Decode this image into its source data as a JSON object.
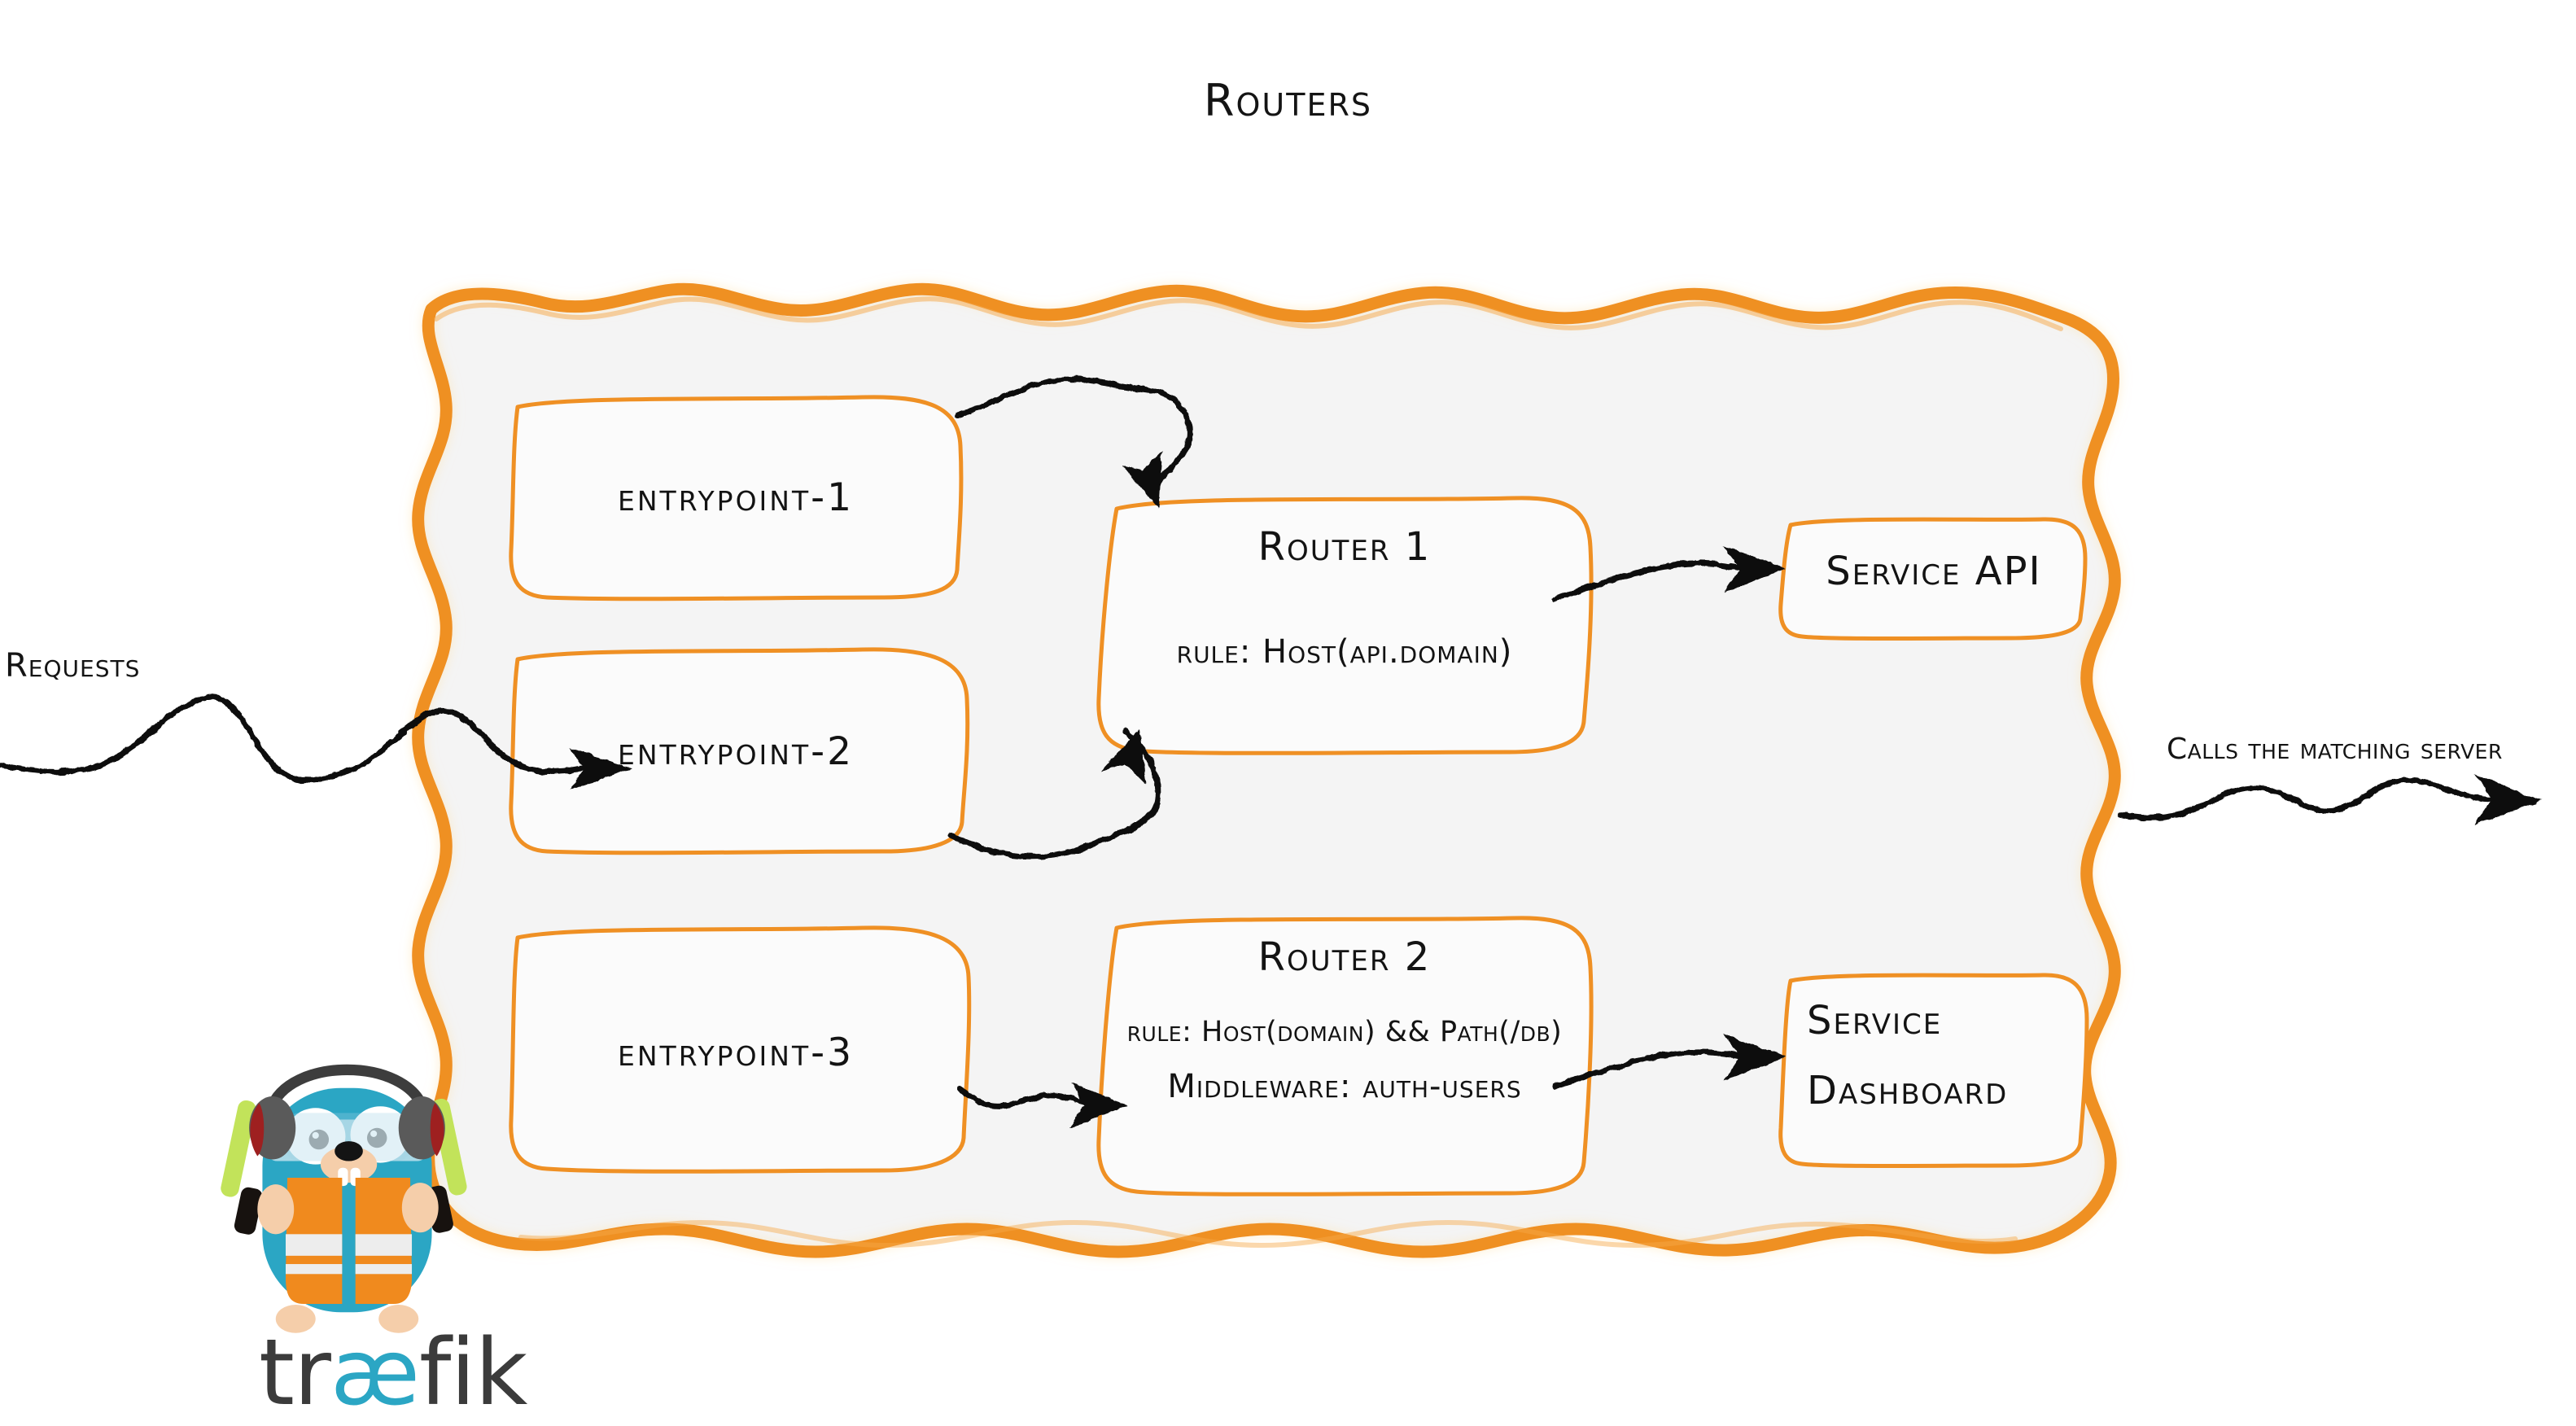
{
  "diagram": {
    "title": "Routers",
    "brand": "traefik",
    "colors": {
      "orange": "#ef9024",
      "orange_dark": "#e07f14",
      "panel_fill": "#f4f4f4",
      "box_fill": "#fbfbfb",
      "ink": "#121212",
      "gopher_cyan": "#2ba6c4",
      "gopher_vest": "#f08a1e",
      "wand_green": "#c2e35a"
    }
  },
  "labels": {
    "requests": "Requests",
    "calls": "Calls the matching server"
  },
  "entrypoints": [
    {
      "label": "entrypoint-1"
    },
    {
      "label": "entrypoint-2"
    },
    {
      "label": "entrypoint-3"
    }
  ],
  "routers": [
    {
      "name": "Router 1",
      "lines": [
        {
          "text": "rule: Host(api.domain)",
          "size": "lg"
        }
      ]
    },
    {
      "name": "Router 2",
      "lines": [
        {
          "text": "rule: Host(domain) && Path(/db)",
          "size": "sm"
        },
        {
          "text": "Middleware: auth-users",
          "size": "lg"
        }
      ]
    }
  ],
  "services": [
    {
      "lines": [
        "Service API"
      ]
    },
    {
      "lines": [
        "Service",
        "Dashboard"
      ]
    }
  ],
  "icons": {
    "gopher": "traefik-gopher-mascot",
    "arrow": "arrow-head-icon"
  }
}
